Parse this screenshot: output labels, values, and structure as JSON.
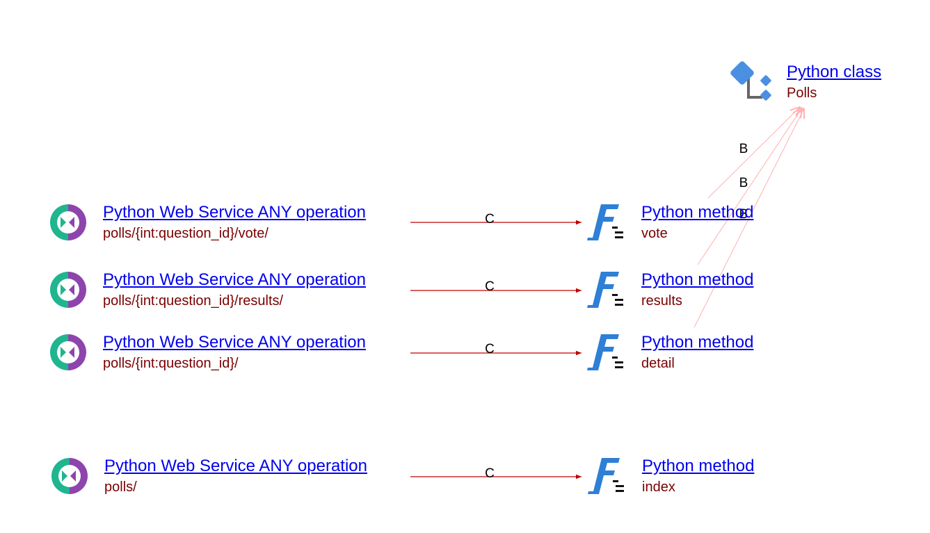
{
  "nodes": {
    "ws_vote": {
      "title": "Python Web Service ANY operation",
      "subtitle": "polls/{int:question_id}/vote/"
    },
    "ws_results": {
      "title": "Python Web Service ANY operation",
      "subtitle": "polls/{int:question_id}/results/"
    },
    "ws_detail": {
      "title": "Python Web Service ANY operation",
      "subtitle": "polls/{int:question_id}/"
    },
    "ws_index": {
      "title": "Python Web Service ANY operation",
      "subtitle": "polls/"
    },
    "m_vote": {
      "title": "Python method",
      "subtitle": "vote"
    },
    "m_results": {
      "title": "Python method",
      "subtitle": "results"
    },
    "m_detail": {
      "title": "Python method",
      "subtitle": "detail"
    },
    "m_index": {
      "title": "Python method",
      "subtitle": "index"
    },
    "cls_polls": {
      "title": "Python class",
      "subtitle": "Polls"
    }
  },
  "edges": {
    "call_label": "C",
    "belongs_label": "B"
  },
  "colors": {
    "call_edge": "#c00000",
    "belongs_edge": "#ffb0b0",
    "link": "#0000ee",
    "subtitle": "#7a0000",
    "ws_green": "#1fb58f",
    "ws_purple": "#8e44ad",
    "method_blue": "#2e7fd6",
    "class_blue": "#4a90e2"
  },
  "icons": {
    "web_service": "web-service-icon",
    "method": "python-method-icon",
    "class": "python-class-icon"
  }
}
